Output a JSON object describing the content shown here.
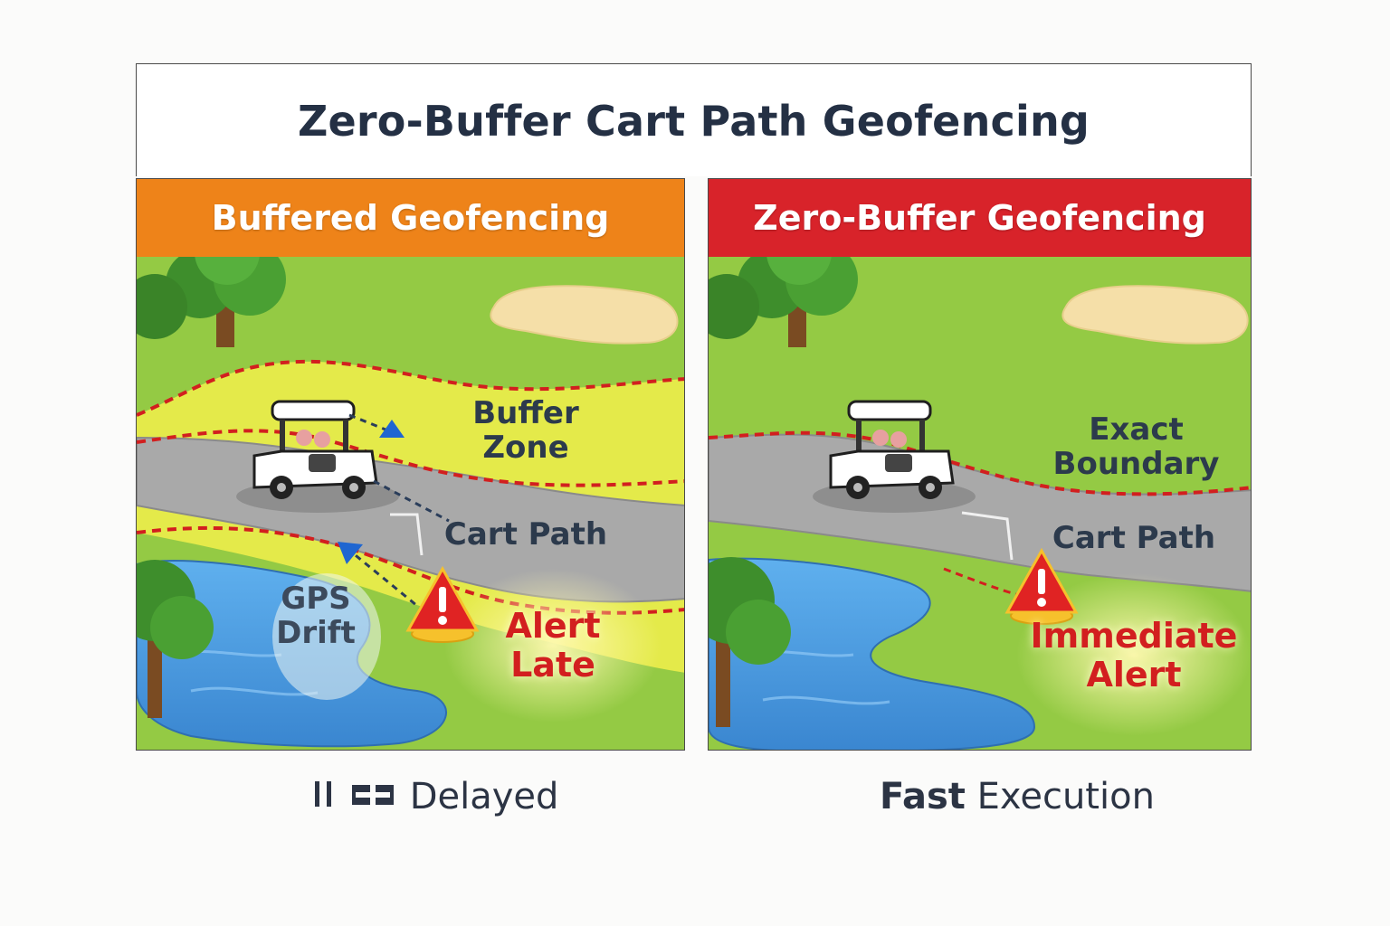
{
  "title": "Zero-Buffer Cart Path Geofencing",
  "colors": {
    "buffered_header": "#ee8319",
    "zero_buffer_header": "#d8232a",
    "grass": "#8cc63f",
    "buffer_zone": "#e4ea4a",
    "cart_path": "#a9a9a9",
    "water": "#4d9fe0",
    "sand": "#f5dfa8",
    "boundary_line": "#d21f1f",
    "drift_arrow": "#1f66d1"
  },
  "left_panel": {
    "header": "Buffered Geofencing",
    "buffer_zone_line1": "Buffer",
    "buffer_zone_line2": "Zone",
    "cart_path": "Cart Path",
    "gps_drift_line1": "GPS",
    "gps_drift_line2": "Drift",
    "alert_line1": "Alert",
    "alert_line2": "Late",
    "icons": [
      "tree-icon",
      "golf-cart-icon",
      "warning-icon",
      "arrow-icon"
    ]
  },
  "right_panel": {
    "header": "Zero-Buffer Geofencing",
    "boundary_line1": "Exact",
    "boundary_line2": "Boundary",
    "cart_path": "Cart Path",
    "alert_line1": "Immediate",
    "alert_line2": "Alert",
    "icons": [
      "tree-icon",
      "golf-cart-icon",
      "warning-icon"
    ]
  },
  "footer": {
    "left_text": "Delayed",
    "left_icon": "pause-icon",
    "right_bold": "Fast",
    "right_text": "Execution"
  }
}
